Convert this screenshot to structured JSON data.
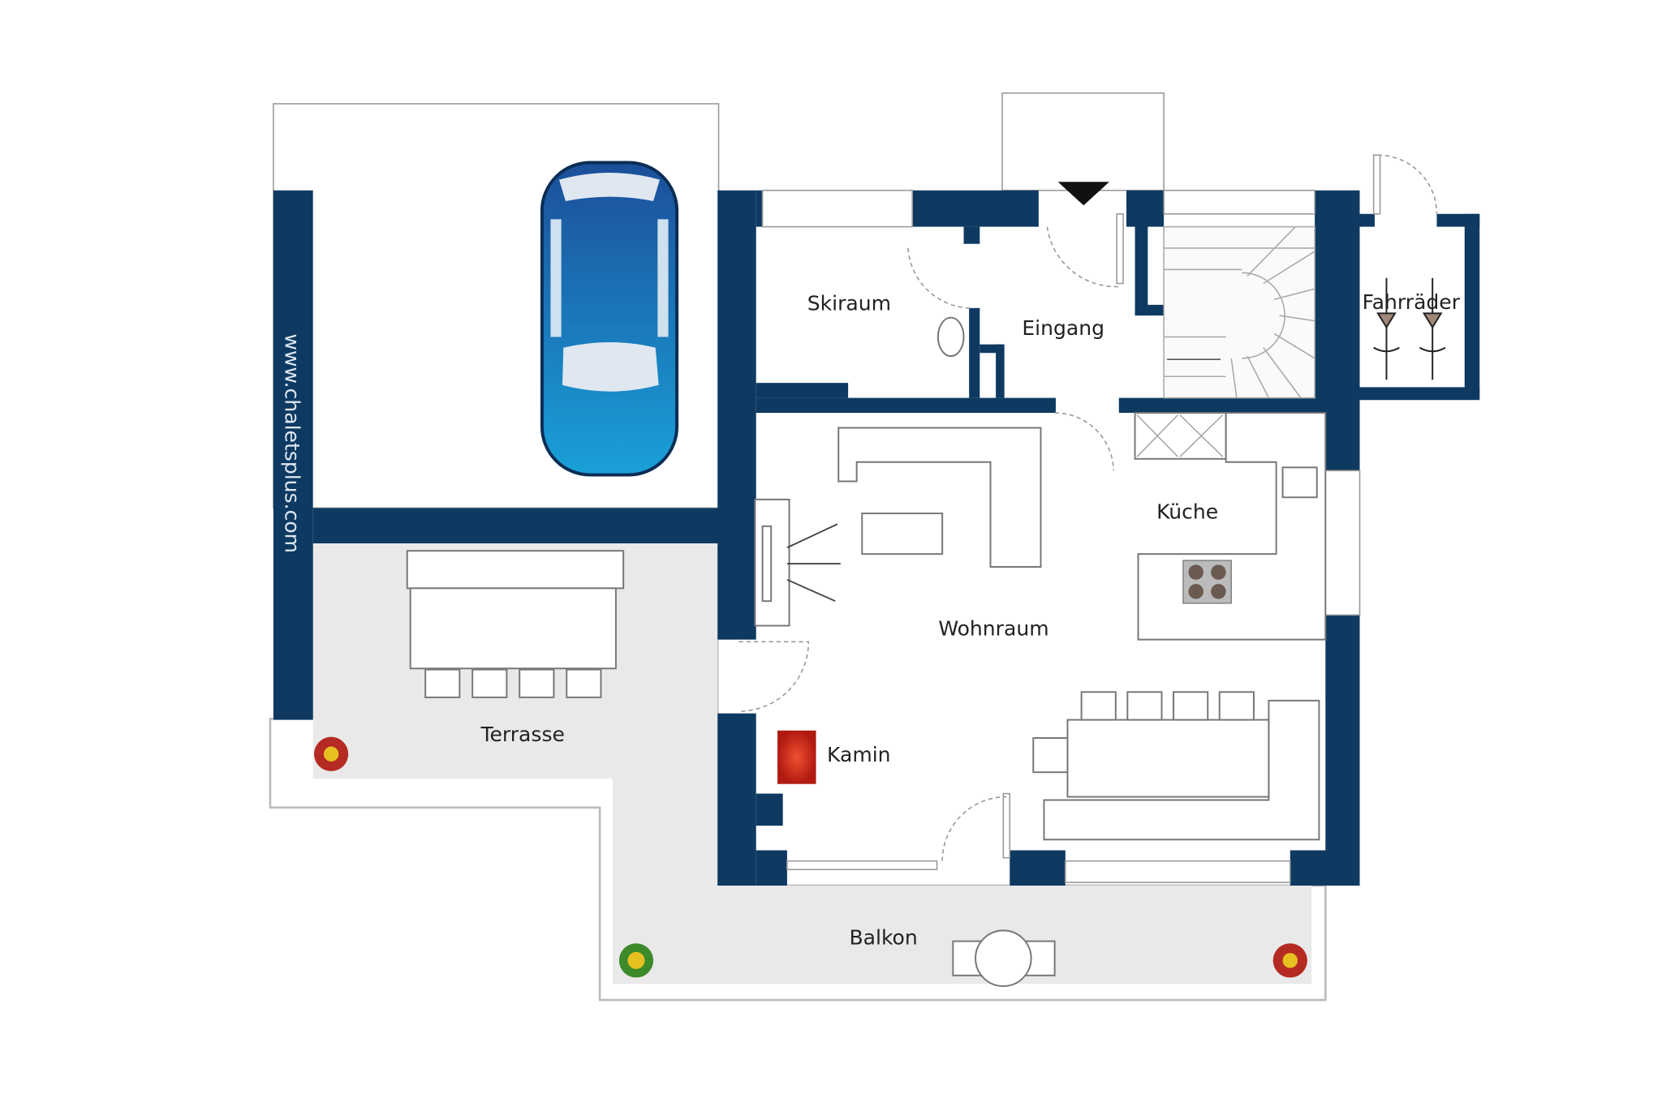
{
  "title": "Floor plan",
  "watermark": "www.chaletsplus.com",
  "rooms": {
    "skiraum": "Skiraum",
    "eingang": "Eingang",
    "fahrraeder": "Fahrräder",
    "kueche": "Küche",
    "wohnraum": "Wohnraum",
    "terrasse": "Terrasse",
    "kamin": "Kamin",
    "balkon": "Balkon"
  },
  "colors": {
    "wall": "#0e3a62",
    "car": "#1a7fc4",
    "outdoor": "#e9e9e9",
    "fireplace": "#d0301e"
  }
}
